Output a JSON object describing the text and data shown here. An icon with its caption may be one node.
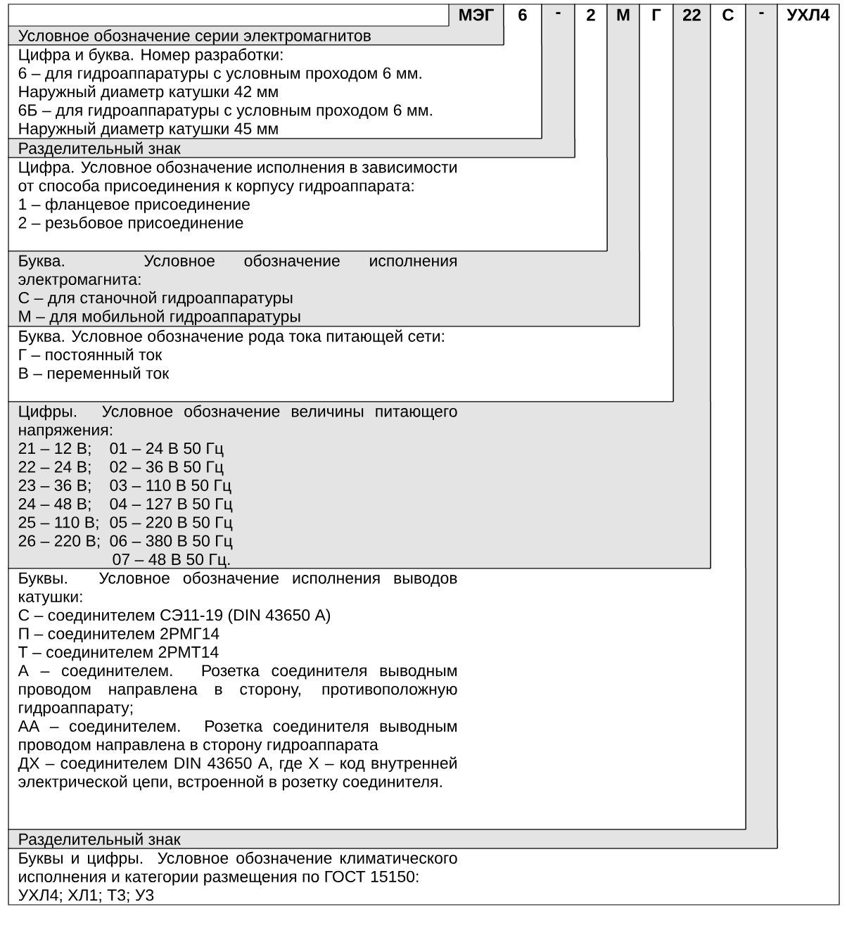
{
  "diagram": {
    "nodes": [
      {
        "text": [
          "МЭГ"
        ]
      },
      {
        "text": [
          "6"
        ]
      },
      {
        "text": [
          "-"
        ]
      },
      {
        "text": [
          "2"
        ]
      },
      {
        "text": [
          "М"
        ]
      },
      {
        "text": [
          "Г"
        ]
      },
      {
        "text": [
          "22"
        ]
      },
      {
        "text": [
          "С"
        ]
      },
      {
        "text": [
          "-"
        ]
      },
      {
        "text": [
          "УХЛ4"
        ]
      },
      {
        "text": [
          "Условное обозначение серии электромагнитов"
        ]
      },
      {
        "text": [
          "Цифра и буква. Номер разработки:",
          "6 – для гидроаппаратуры с условным проходом 6 мм.",
          "Наружный диаметр катушки 42 мм",
          "6Б – для гидроаппаратуры с условным проходом 6 мм.",
          "Наружный диаметр катушки 45 мм"
        ]
      },
      {
        "text": [
          "Разделительный знак"
        ]
      },
      {
        "text": [
          "Цифра. Условное обозначение исполнения в зависимости от способа присоединения к корпусу гидроаппарата:",
          "1 – фланцевое присоединение",
          "2 – резьбовое присоединение"
        ]
      },
      {
        "text": [
          "Буква. Условное обозначение исполнения электромагнита:",
          "С – для станочной гидроаппаратуры",
          "М – для мобильной гидроаппаратуры"
        ]
      },
      {
        "text": [
          "Буква. Условное обозначение рода тока питающей сети:",
          "Г – постоянный ток",
          "В – переменный ток"
        ]
      },
      {
        "text": [
          "Цифры. Условное обозначение величины питающего напряжения:",
          "21 – 12 В;",
          "01 – 24 В 50 Гц",
          "22 – 24 В;",
          "02 – 36 В 50 Гц",
          "23 – 36 В;",
          "03 – 110 В 50 Гц",
          "24 – 48 В;",
          "04 – 127 В 50 Гц",
          "25 – 110 В;",
          "05 – 220 В 50 Гц",
          "26 – 220 В;",
          "06 – 380 В 50 Гц",
          "07 – 48 В 50 Гц."
        ]
      },
      {
        "text": [
          "Буквы. Условное обозначение исполнения выводов катушки:",
          "С – соединителем СЭ11-19 (DIN 43650 А)",
          "П – соединителем 2РМГ14",
          "Т – соединителем 2РМТ14",
          "А – соединителем. Розетка соединителя выводным проводом направлена в сторону, противоположную гидроаппарату;",
          "АА – соединителем. Розетка соединителя выводным проводом направлена в сторону гидроаппарата",
          "ДХ – соединителем DIN 43650 А, где Х – код внутренней электрической цепи, встроенной в розетку соединителя."
        ]
      },
      {
        "text": [
          "Разделительный знак"
        ]
      },
      {
        "text": [
          "Буквы и цифры. Условное обозначение климатического исполнения и категории размещения по ГОСТ 15150:",
          "УХЛ4; ХЛ1; Т3; У3"
        ]
      }
    ],
    "edges": []
  }
}
